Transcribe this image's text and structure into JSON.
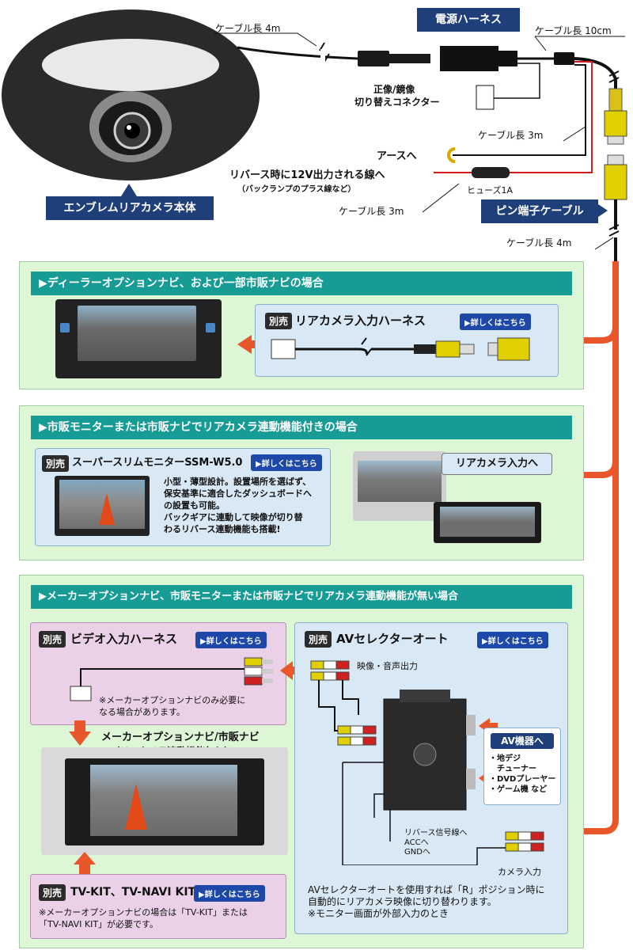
{
  "colors": {
    "navy": "#1f3f7a",
    "teal": "#179b95",
    "orange": "#e8562a",
    "section_bg": "#dcf6d6",
    "card_bg": "#d8e8f5",
    "card_pink": "#ead1e8"
  },
  "top": {
    "camera_label": "エンブレムリアカメラ本体",
    "cable_4m": "ケーブル長 4m",
    "power_harness": "電源ハーネス",
    "cable_10cm": "ケーブル長 10cm",
    "mirror_connector_1": "正像/鏡像",
    "mirror_connector_2": "切り替えコネクター",
    "cable_3m_a": "ケーブル長 3m",
    "earth": "アースへ",
    "reverse_1": "リバース時に12V出力される線へ",
    "reverse_2": "（バックランプのプラス線など）",
    "fuse": "ヒューズ1A",
    "cable_3m_b": "ケーブル長 3m",
    "pin_cable": "ピン端子ケーブル",
    "cable_4m_b": "ケーブル長 4m"
  },
  "section1": {
    "title": "▶ディーラーオプションナビ、および一部市販ナビの場合",
    "card": {
      "tag": "別売",
      "title": "リアカメラ入力ハーネス",
      "more": "▶詳しくはこちら"
    }
  },
  "section2": {
    "title": "▶市販モニターまたは市販ナビでリアカメラ連動機能付きの場合",
    "card": {
      "tag": "別売",
      "title": "スーパースリムモニターSSM-W5.0",
      "more": "▶詳しくはこちら",
      "desc": [
        "小型・薄型設計。設置場所を選ばず、",
        "保安基準に適合したダッシュボードへ",
        "の設置も可能。",
        "バックギアに連動して映像が切り替",
        "わるリバース連動機能も搭載!"
      ]
    },
    "rear_input": "リアカメラ入力へ"
  },
  "section3": {
    "title": "▶メーカーオプションナビ、市販モニターまたは市販ナビでリアカメラ連動機能が無い場合",
    "video": {
      "tag": "別売",
      "title": "ビデオ入力ハーネス",
      "more": "▶詳しくはこちら",
      "note_1": "※メーカーオプションナビのみ必要に",
      "note_2": "なる場合があります。"
    },
    "navi_label_1": "メーカーオプションナビ/市販ナビ",
    "navi_label_2": "▽（リアカメラ連動機能無し）",
    "tvkit": {
      "tag": "別売",
      "title": "TV-KIT、TV-NAVI KIT",
      "more": "▶詳しくはこちら",
      "note_1": "※メーカーオプションナビの場合は「TV-KIT」または",
      "note_2": "「TV-NAVI KIT」が必要です。"
    },
    "selector": {
      "tag": "別売",
      "title": "AVセレクターオート",
      "more": "▶詳しくはこちら",
      "out_label": "映像・音声出力",
      "av_title": "AV機器へ",
      "av_items": [
        "・地デジ",
        "　チューナー",
        "・DVDプレーヤー",
        "・ゲーム機 など"
      ],
      "reverse_signal": "リバース信号線へ",
      "acc": "ACCへ",
      "gnd": "GNDへ",
      "camera_in": "カメラ入力",
      "desc_1": "AVセレクターオートを使用すれば「R」ポジション時に",
      "desc_2": "自動的にリアカメラ映像に切り替わります。",
      "desc_3": "※モニター画面が外部入力のとき"
    }
  }
}
